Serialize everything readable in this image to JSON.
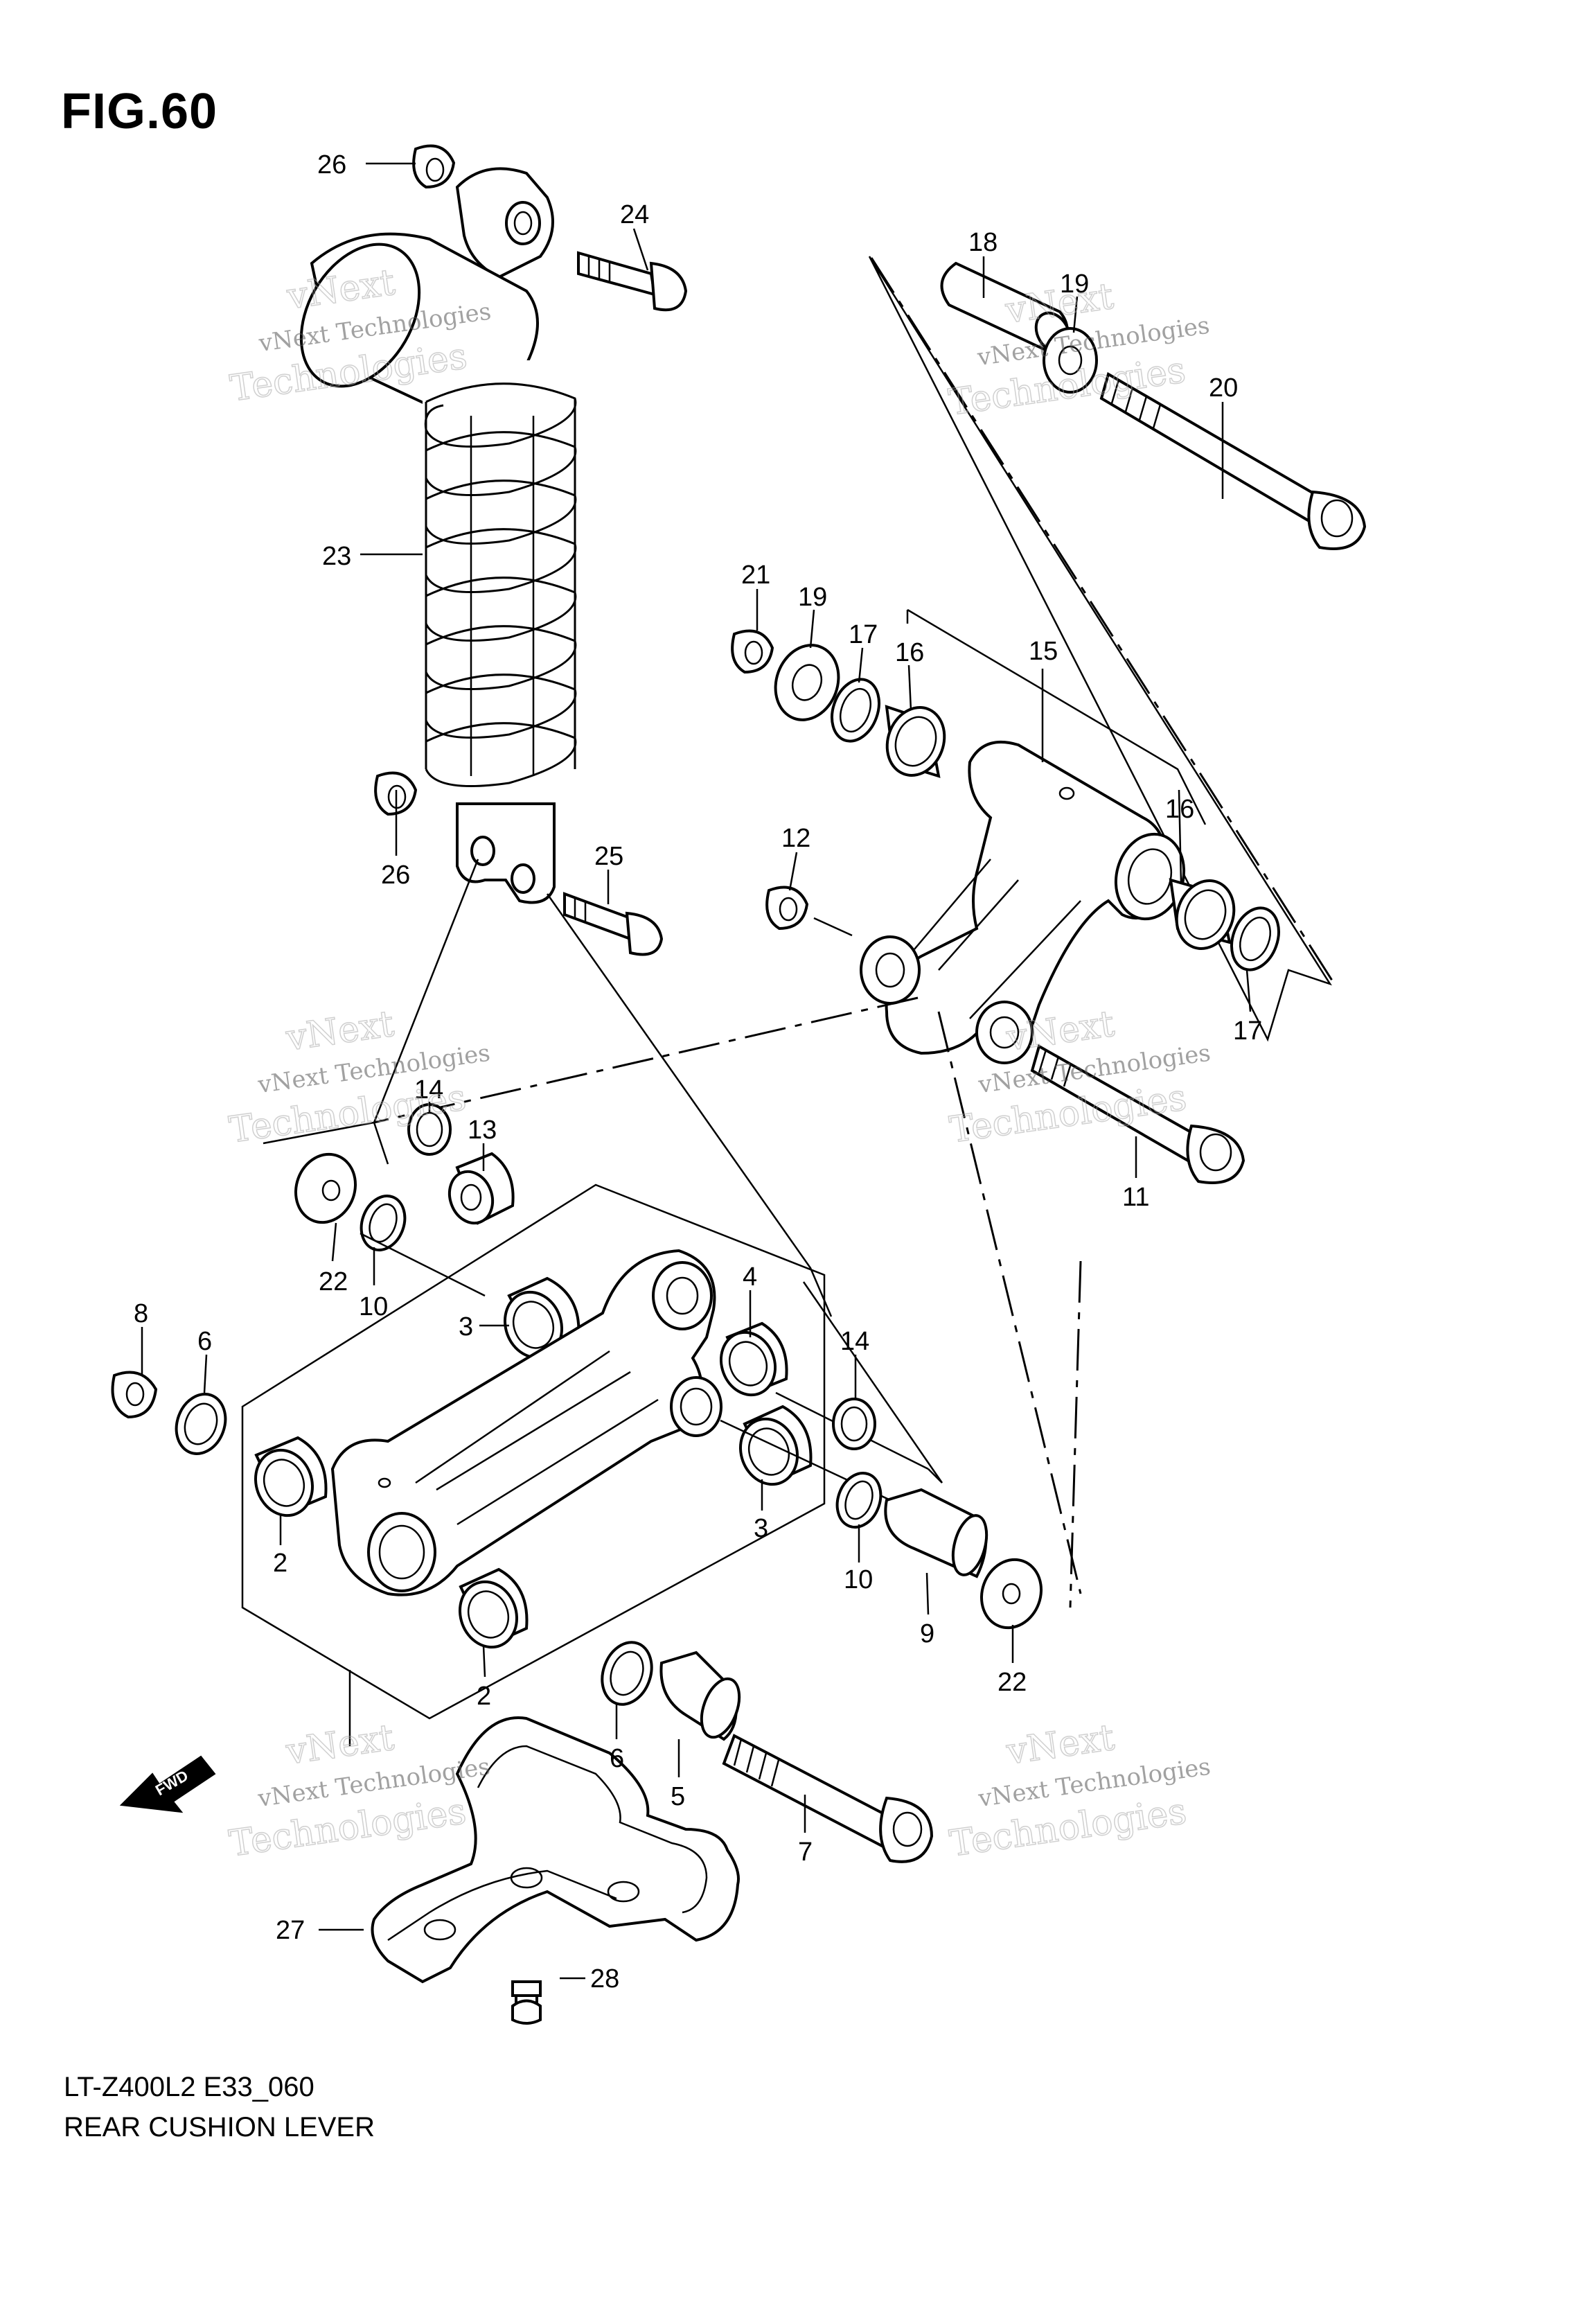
{
  "figure": {
    "title": "FIG.60",
    "model_code": "LT-Z400L2 E33_060",
    "caption": "REAR CUSHION LEVER",
    "fwd_label": "FWD"
  },
  "callouts": {
    "c26a": "26",
    "c24": "24",
    "c23": "23",
    "c26b": "26",
    "c25": "25",
    "c18": "18",
    "c19a": "19",
    "c20": "20",
    "c21": "21",
    "c19b": "19",
    "c17a": "17",
    "c16a": "16",
    "c15": "15",
    "c16b": "16",
    "c12": "12",
    "c17b": "17",
    "c11": "11",
    "c14a": "14",
    "c13": "13",
    "c22a": "22",
    "c10a": "10",
    "c8": "8",
    "c6a": "6",
    "c3a": "3",
    "c4": "4",
    "c14b": "14",
    "c2a": "2",
    "c3b": "3",
    "c10b": "10",
    "c9": "9",
    "c22b": "22",
    "c2b": "2",
    "c6b": "6",
    "c5": "5",
    "c7": "7",
    "c27": "27",
    "c28": "28"
  },
  "watermark": {
    "line1": "vNext Technologies",
    "line2": "Technologies",
    "overlay": "vNext"
  }
}
